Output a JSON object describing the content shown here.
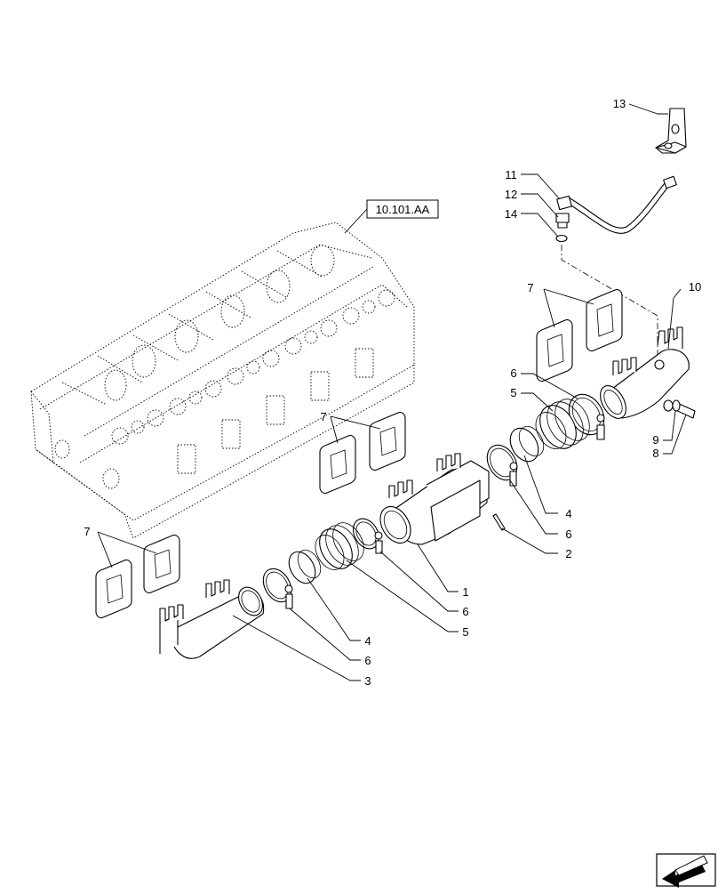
{
  "diagram": {
    "reference_box": "10.101.AA",
    "callouts": {
      "c1": "1",
      "c2": "2",
      "c3": "3",
      "c4a": "4",
      "c4b": "4",
      "c5a": "5",
      "c5b": "5",
      "c6a": "6",
      "c6b": "6",
      "c6c": "6",
      "c6d": "6",
      "c7a": "7",
      "c7b": "7",
      "c7c": "7",
      "c8": "8",
      "c9": "9",
      "c10": "10",
      "c11": "11",
      "c12": "12",
      "c13": "13",
      "c14": "14"
    }
  },
  "icons": {
    "nav": "next-page-arrow-icon"
  }
}
